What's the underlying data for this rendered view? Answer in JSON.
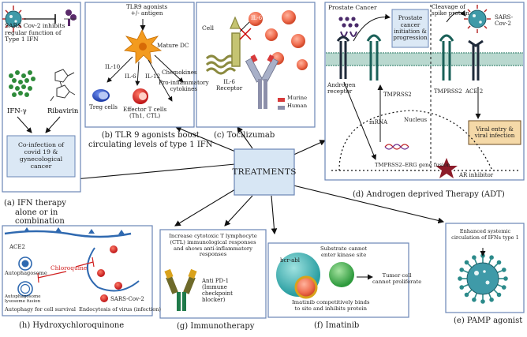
{
  "center": {
    "label": "TREATMENTS"
  },
  "panels": {
    "ifn": {
      "caption": [
        "(a) IFN therapy",
        "alone or in",
        "combination"
      ],
      "sars_text": [
        "SARS Cov-2 inhibits",
        "regular function of",
        "Type 1 IFN"
      ],
      "ifn_gamma": "IFN-γ",
      "ribavirin": "Ribavirin",
      "box": [
        "Co-infection of",
        "covid 19 &",
        "gynecological",
        "cancer"
      ]
    },
    "tlr9": {
      "caption": [
        "(b) TLR 9 agonists boost",
        "circulating levels of type 1 IFN"
      ],
      "top": [
        "TLR9 agonists",
        "+/- antigen"
      ],
      "mature_dc": "Mature DC",
      "il10": "IL-10",
      "il6": "IL-6",
      "il12": "IL-12",
      "chemokines": "Chemokines",
      "proinflam": [
        "Pro-inflammatory",
        "cytokines"
      ],
      "treg": "Treg cells",
      "effector": [
        "Effector T cells",
        "(Th1, CTL)"
      ]
    },
    "toci": {
      "caption": "(c) Tocilizumab",
      "cell": "Cell",
      "il6": "IL-6",
      "receptor": [
        "IL-6",
        "Receptor"
      ],
      "murine": "Murine",
      "human": "Human"
    },
    "adt": {
      "caption": "(d) Androgen deprived Therapy (ADT)",
      "prostate_cancer": "Prostate Cancer",
      "initiation_box": [
        "Prostate",
        "cancer",
        "initiation &",
        "progression"
      ],
      "cleavage": [
        "Cleavage of",
        "spike protein"
      ],
      "sars": [
        "SARS-",
        "Cov-2"
      ],
      "androgen_receptor": [
        "Androgen",
        "receptor"
      ],
      "tmprss2_left": "TMPRSS2",
      "tmprss2_right": "TMPRSS2",
      "ace2": "ACE 2",
      "mrna": "mRNA",
      "nucleus": "Nucleus",
      "viral_box": [
        "Viral entry &",
        "viral infection"
      ],
      "fusion": "TMPRSS2–ERG gene fusion",
      "ar_inhibitor": "AR inhibitor"
    },
    "hcq": {
      "caption": "(h) Hydroxychloroquinone",
      "ace2": "ACE2",
      "autophagosome": "Autophagosome",
      "fusion": [
        "Autophagosome",
        "lysosome fusion"
      ],
      "chloroquine": "Chloroquine",
      "sars": "SARS-Cov-2",
      "survival": "Autophagy for cell survival",
      "endocytosis": "Endocytosis of virus (infection)"
    },
    "immuno": {
      "caption": "(g) Immunotherapy",
      "text": [
        "Increase cytotoxic T lymphocyte",
        "(CTL) immunological responses",
        "and shows anti-inflammatory",
        "responses"
      ],
      "antipd1": [
        "Anti PD-1",
        "(Immune",
        "checkpoint",
        "blocker)"
      ]
    },
    "imatinib": {
      "caption": "(f) Imatinib",
      "bcr": "bcr-abl",
      "substrate": [
        "Substrate cannot",
        "enter kinase site"
      ],
      "tumer": [
        "Tumer cell",
        "cannot proliferate"
      ],
      "binds": [
        "Imatinib competitively binds",
        "to site and inhibits protein"
      ]
    },
    "pamp": {
      "caption": "(e) PAMP agonist",
      "text": [
        "Enhanced systemic",
        "circulation of IFNs type 1"
      ]
    }
  },
  "colors": {
    "panel_border": "#6a86b6",
    "center_fill": "#d7e6f4",
    "box_fill": "#dbe8f5",
    "viral_fill": "#f5d9a8",
    "virus_teal": "#3f9aa8",
    "spike_red": "#b32020",
    "ball_red": "#ef6d4f",
    "ar_star": "#8c1c2a"
  }
}
